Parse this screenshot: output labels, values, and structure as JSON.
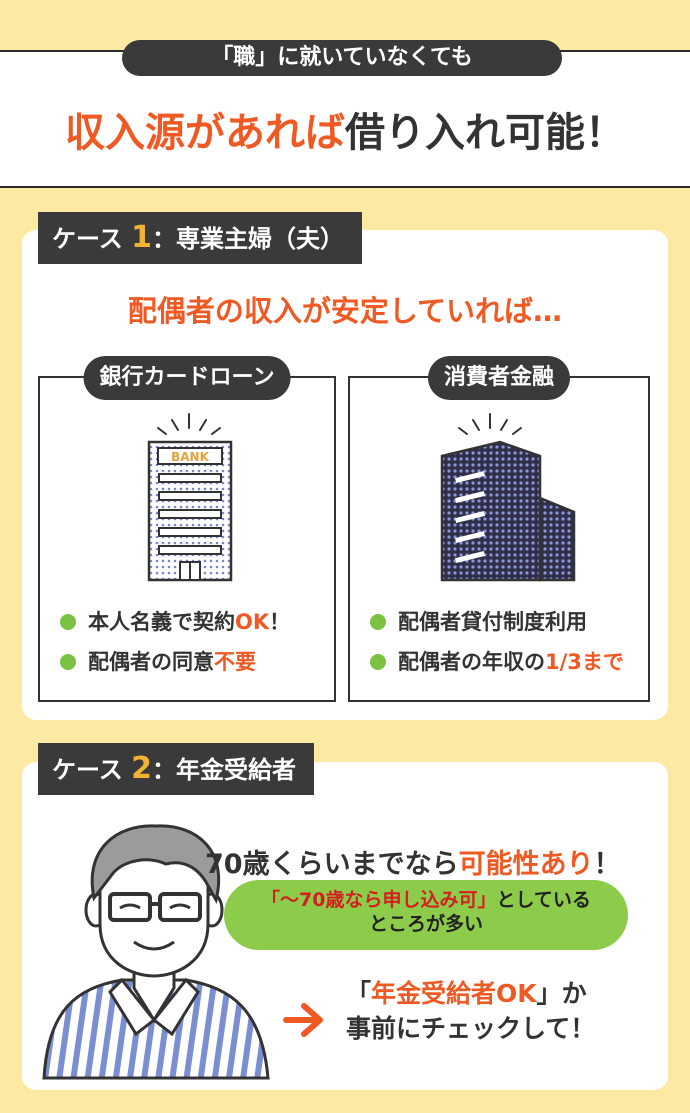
{
  "header": {
    "pill": "「職」に就いていなくても",
    "headline_accent": "収入源があれば",
    "headline_rest": "借り入れ可能！"
  },
  "case1": {
    "tag_prefix": "ケース",
    "tag_num": "1",
    "tag_suffix": "：専業主婦（夫）",
    "subhead": "配偶者の収入が安定していれば…",
    "left": {
      "label": "銀行カードローン",
      "bank_sign": "BANK",
      "bullets": [
        {
          "text": "本人名義で契約",
          "accent": "OK",
          "tail": "！"
        },
        {
          "text": "配偶者の同意",
          "accent": "不要",
          "tail": ""
        }
      ]
    },
    "right": {
      "label": "消費者金融",
      "bullets": [
        {
          "text": "配偶者貸付制度利用",
          "accent": "",
          "tail": ""
        },
        {
          "text": "配偶者の年収の",
          "accent": "1/3まで",
          "tail": ""
        }
      ]
    }
  },
  "case2": {
    "tag_prefix": "ケース",
    "tag_num": "2",
    "tag_suffix": "：年金受給者",
    "main_text": "70歳くらいまでなら",
    "main_accent": "可能性あり",
    "main_tail": "！",
    "bubble_accent": "「〜70歳なら申し込み可」",
    "bubble_line1_rest": "としている",
    "bubble_line2": "ところが多い",
    "note_open": "「",
    "note_accent": "年金受給者OK",
    "note_close": "」か",
    "note_line2": "事前にチェックして！"
  },
  "colors": {
    "background": "#fbe9a4",
    "accent": "#ef5a24",
    "dark": "#3a3a3a",
    "green": "#8dcb4b",
    "bullet_green": "#7bc142",
    "number_gold": "#f2b233"
  }
}
